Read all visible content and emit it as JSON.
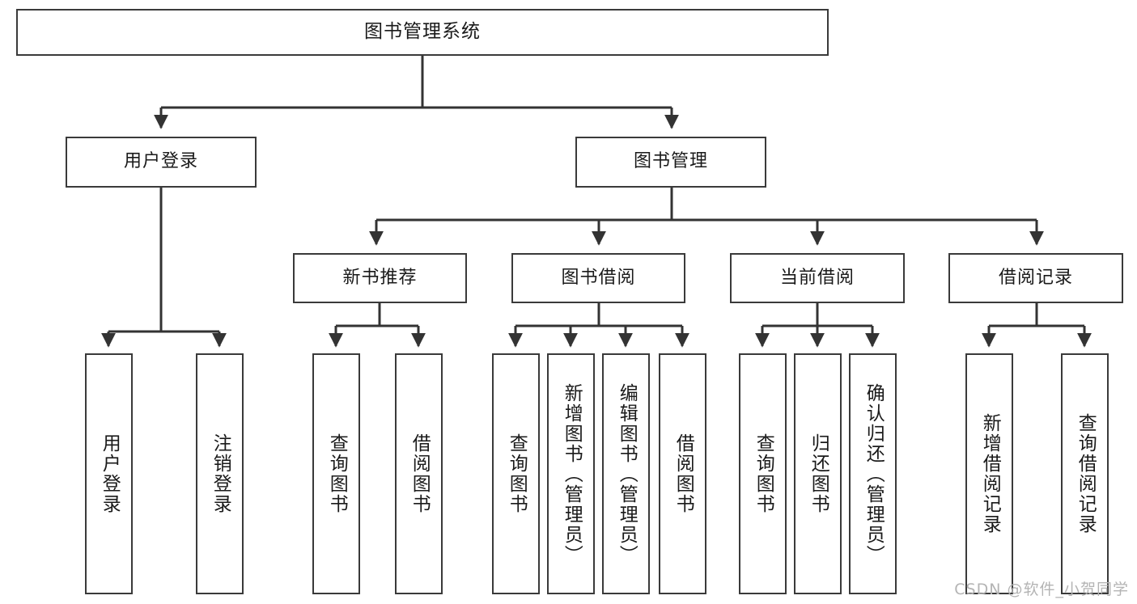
{
  "diagram": {
    "title": "图书管理系统",
    "type": "tree-hierarchy",
    "watermark": "CSDN @软件_小贺同学",
    "colors": {
      "box_border": "#3a3a3a",
      "box_fill": "#ffffff",
      "connector": "#333333",
      "text": "#1a1a1a",
      "watermark": "#b4b4b4"
    },
    "root": {
      "label": "图书管理系统"
    },
    "level2": [
      {
        "label": "用户登录"
      },
      {
        "label": "图书管理"
      }
    ],
    "level3": [
      {
        "label": "新书推荐"
      },
      {
        "label": "图书借阅"
      },
      {
        "label": "当前借阅"
      },
      {
        "label": "借阅记录"
      }
    ],
    "leaves": {
      "user_login": [
        {
          "label": "用户登录"
        },
        {
          "label": "注销登录"
        }
      ],
      "new_book_recommend": [
        {
          "label": "查询图书"
        },
        {
          "label": "借阅图书"
        }
      ],
      "book_borrow": [
        {
          "label": "查询图书"
        },
        {
          "label": "新增图书（管理员）"
        },
        {
          "label": "编辑图书（管理员）"
        },
        {
          "label": "借阅图书"
        }
      ],
      "current_borrow": [
        {
          "label": "查询图书"
        },
        {
          "label": "归还图书"
        },
        {
          "label": "确认归还（管理员）"
        }
      ],
      "borrow_record": [
        {
          "label": "新增借阅记录"
        },
        {
          "label": "查询借阅记录"
        }
      ]
    }
  }
}
